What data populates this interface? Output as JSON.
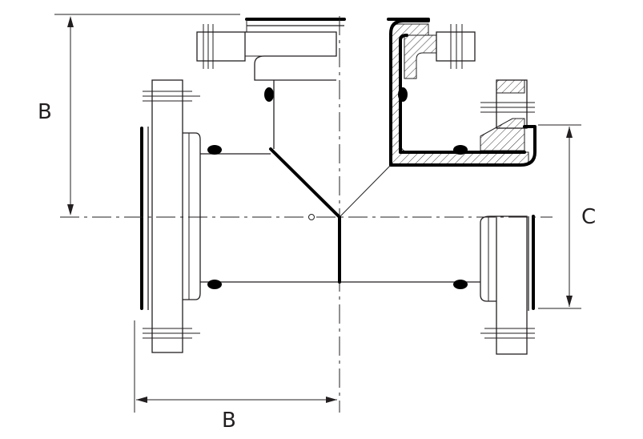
{
  "dimensions": {
    "left_vertical": "B",
    "bottom_horizontal": "B",
    "right_vertical": "C"
  }
}
